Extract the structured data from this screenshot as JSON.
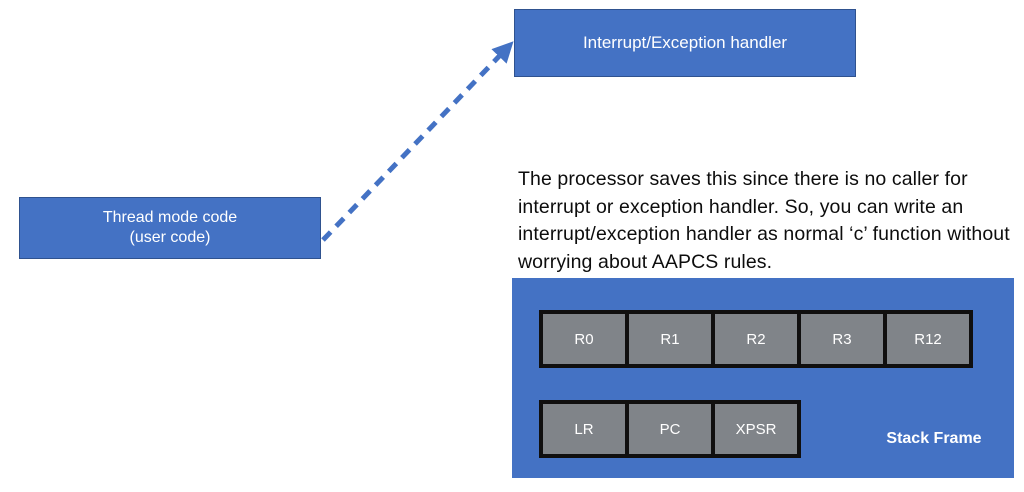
{
  "slide": {
    "background_color": "#ffffff",
    "accent_blue": "#4472C4",
    "register_gray": "#808489",
    "register_border": "#100F0F",
    "text_color": "#0d0d0d"
  },
  "handler_box": {
    "label": "Interrupt/Exception handler"
  },
  "thread_box": {
    "line1": "Thread mode code",
    "line2": "(user code)"
  },
  "connector": {
    "style": "dashed-arrow",
    "color": "#4472C4",
    "from": "thread mode code",
    "to": "Interrupt/Exception handler"
  },
  "description": {
    "text": "The processor saves this since there is no caller for interrupt or exception handler. So, you can write an interrupt/exception handler as normal ‘c’ function without worrying about AAPCS rules."
  },
  "stack_frame": {
    "label": "Stack Frame",
    "rows": [
      {
        "registers": [
          "R0",
          "R1",
          "R2",
          "R3",
          "R12"
        ]
      },
      {
        "registers": [
          "LR",
          "PC",
          "XPSR"
        ]
      }
    ]
  }
}
